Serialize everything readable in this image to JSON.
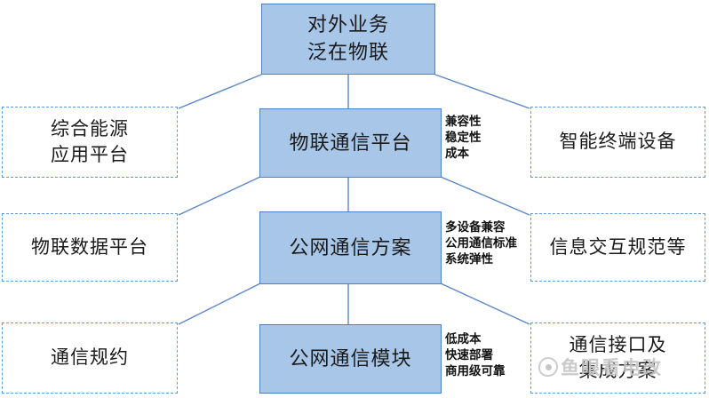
{
  "diagram": {
    "root": {
      "label": "对外业务\n泛在物联"
    },
    "levels": [
      {
        "left": {
          "label": "综合能源\n应用平台"
        },
        "center": {
          "label": "物联通信平台"
        },
        "right": {
          "label": "智能终端设备"
        },
        "note": {
          "label": "兼容性\n稳定性\n成本"
        }
      },
      {
        "left": {
          "label": "物联数据平台"
        },
        "center": {
          "label": "公网通信方案"
        },
        "right": {
          "label": "信息交互规范等"
        },
        "note": {
          "label": "多设备兼容\n公用通信标准\n系统弹性"
        }
      },
      {
        "left": {
          "label": "通信规约"
        },
        "center": {
          "label": "公网通信模块"
        },
        "right": {
          "label": "通信接口及\n集成方案"
        },
        "note": {
          "label": "低成本\n快速部署\n商用级可靠"
        }
      }
    ],
    "watermark": {
      "label": "鱼眼看电改"
    },
    "colors": {
      "solid_box_fill": "#a8c6e8",
      "solid_box_border": "#4e7fbf",
      "dashed_box_border": "#5b9bd5",
      "connector_line": "#5b87c5",
      "watermark_gray": "#c6c6c6",
      "text": "#1a1a1a"
    }
  }
}
